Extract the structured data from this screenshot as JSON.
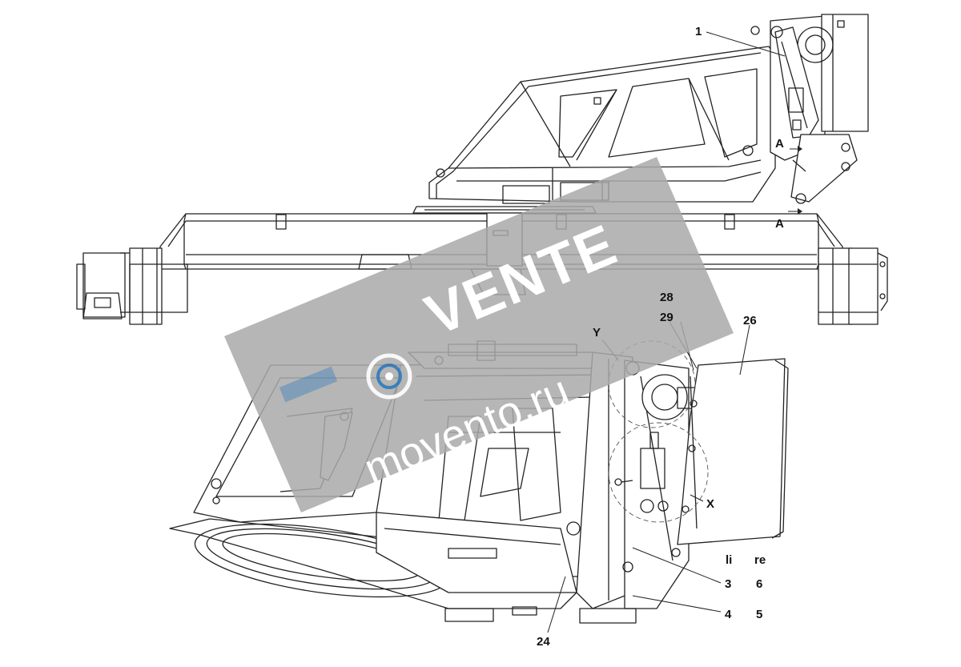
{
  "callouts": {
    "c1": "1",
    "cA_upper": "A",
    "cA_lower": "A",
    "c28": "28",
    "c29": "29",
    "c26": "26",
    "cY": "Y",
    "cX": "X",
    "c_li": "li",
    "c_re": "re",
    "c3": "3",
    "c6": "6",
    "c4": "4",
    "c5": "5",
    "c24": "24"
  },
  "watermark": {
    "brand": "VENTE",
    "domain": "movento.ru",
    "color": "#a9a9a9",
    "accent": "#1e73be"
  }
}
